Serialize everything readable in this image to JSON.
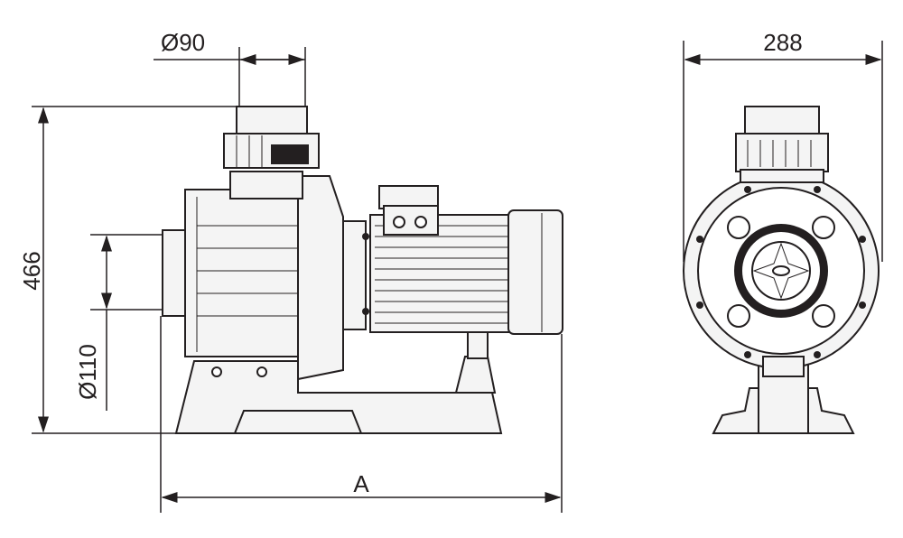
{
  "drawing": {
    "dimensions": {
      "outlet_diameter": "Ø90",
      "height": "466",
      "inlet_diameter": "Ø110",
      "length": "A",
      "width": "288"
    },
    "line_color": "#231f20"
  }
}
